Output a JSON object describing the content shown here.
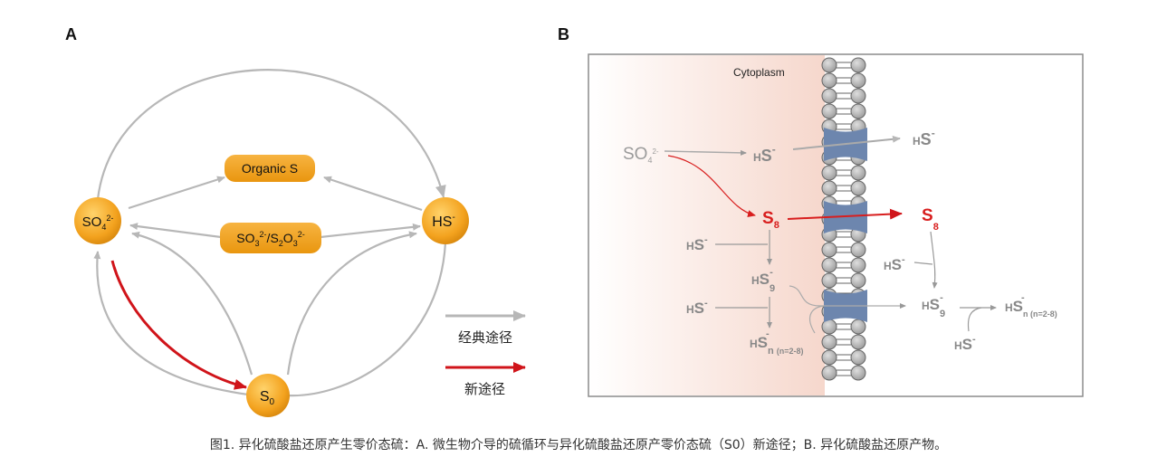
{
  "panel_a": {
    "label": "A",
    "nodes": {
      "so4": {
        "base": "SO",
        "sub": "4",
        "sup": "2-"
      },
      "hs": {
        "base": "HS",
        "sup": "-"
      },
      "s0": {
        "base": "S",
        "sub": "0"
      },
      "organic": "Organic S",
      "sulfite": {
        "a": "SO",
        "a_sub": "3",
        "a_sup": "2-",
        "sep": "/",
        "b": "S",
        "b_sub1": "2",
        "b2": "O",
        "b_sub2": "3",
        "b_sup": "2-"
      }
    },
    "legend": {
      "classic": "经典途径",
      "new": "新途径"
    },
    "colors": {
      "node": "#f3a21e",
      "classic_arrow": "#b7b7b7",
      "new_arrow": "#d0141a"
    }
  },
  "panel_b": {
    "label": "B",
    "cytoplasm": "Cytoplasm",
    "colors": {
      "membrane_head": "#b9b9b9",
      "channel": "#6d86ae",
      "red": "#d81e1e",
      "gray": "#888888"
    },
    "species": {
      "so4": {
        "base": "SO",
        "sub": "4",
        "sup": "2-"
      },
      "hs_in": {
        "pre": "H",
        "base": "S",
        "sup": "-"
      },
      "hs_out": {
        "pre": "H",
        "base": "S",
        "sup": "-"
      },
      "s8_in": {
        "base": "S",
        "sub": "8"
      },
      "s8_out": {
        "base": "S",
        "sub": "8"
      },
      "hs_a": {
        "pre": "H",
        "base": "S",
        "sup": "-"
      },
      "hs9_in": {
        "pre": "H",
        "base": "S",
        "sub": "9",
        "sup": "-"
      },
      "hs_b": {
        "pre": "H",
        "base": "S",
        "sup": "-"
      },
      "hsn_in": {
        "pre": "H",
        "base": "S",
        "sub": "n",
        "sub2": "(n=2-8)",
        "sup": "-"
      },
      "hs_c": {
        "pre": "H",
        "base": "S",
        "sup": "-"
      },
      "hs9_out": {
        "pre": "H",
        "base": "S",
        "sub": "9",
        "sup": "-"
      },
      "hs_d": {
        "pre": "H",
        "base": "S",
        "sup": "-"
      },
      "hsn_out": {
        "pre": "H",
        "base": "S",
        "sub": "n (n=2-8)",
        "sup": "-"
      }
    }
  },
  "caption": "图1. 异化硫酸盐还原产生零价态硫：A. 微生物介导的硫循环与异化硫酸盐还原产零价态硫（S0）新途径；B. 异化硫酸盐还原产物。"
}
